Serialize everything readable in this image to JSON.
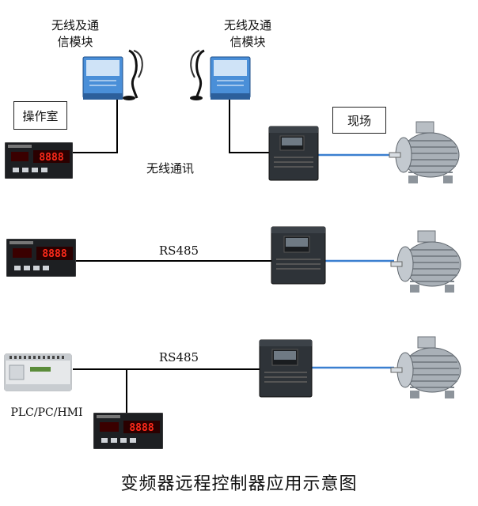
{
  "labels": {
    "module_left_line1": "无线及通",
    "module_left_line2": "信模块",
    "module_right_line1": "无线及通",
    "module_right_line2": "信模块",
    "control_room": "操作室",
    "field": "现场",
    "wireless_link": "无线通讯",
    "rs485_row2": "RS485",
    "rs485_row3": "RS485",
    "plc": "PLC/PC/HMI"
  },
  "controller_display": {
    "row1": "8888",
    "row2": "8888",
    "row3": "8888"
  },
  "caption": "变频器远程控制器应用示意图",
  "colors": {
    "wire": "#000000",
    "motor_cable": "#3a7fd0",
    "module_blue": "#4a8fd8",
    "vfd_body": "#2e3338",
    "digits_red": "#ff2a1a"
  }
}
